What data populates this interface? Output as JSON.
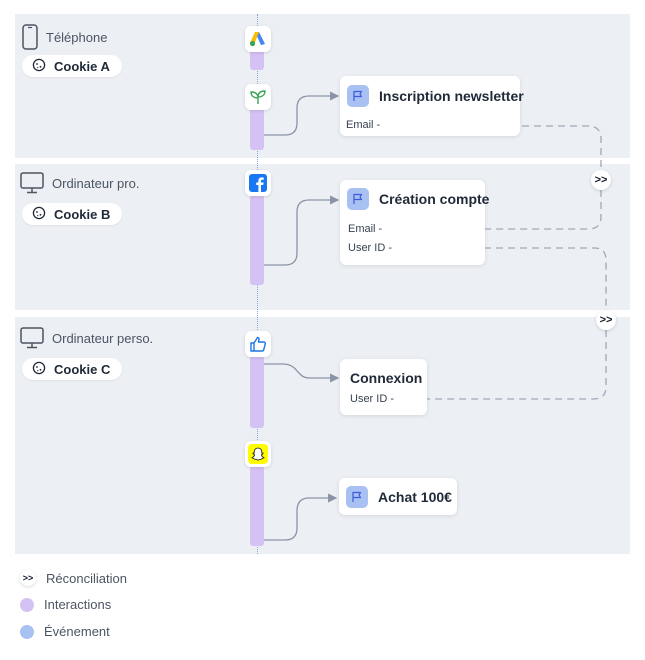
{
  "devices": [
    {
      "name": "Téléphone",
      "cookie": "Cookie A"
    },
    {
      "name": "Ordinateur pro.",
      "cookie": "Cookie B"
    },
    {
      "name": "Ordinateur perso.",
      "cookie": "Cookie C"
    }
  ],
  "events": [
    {
      "title": "Inscription newsletter",
      "fields": [
        "Email"
      ]
    },
    {
      "title": "Création compte",
      "fields": [
        "Email",
        "User ID"
      ]
    },
    {
      "title": "Connexion",
      "fields": [
        "User ID"
      ]
    },
    {
      "title": "Achat 100€",
      "fields": []
    }
  ],
  "sources": [
    "google-ads-icon",
    "sprout-icon",
    "facebook-icon",
    "thumbs-up-icon",
    "snapchat-icon"
  ],
  "reconciliation_symbol": ">>",
  "legend": [
    {
      "label": "Réconciliation",
      "color": "#ffffff",
      "symbol": ">>"
    },
    {
      "label": "Interactions",
      "color": "#d5c2f4"
    },
    {
      "label": "Événement",
      "color": "#a9c0f3"
    }
  ]
}
